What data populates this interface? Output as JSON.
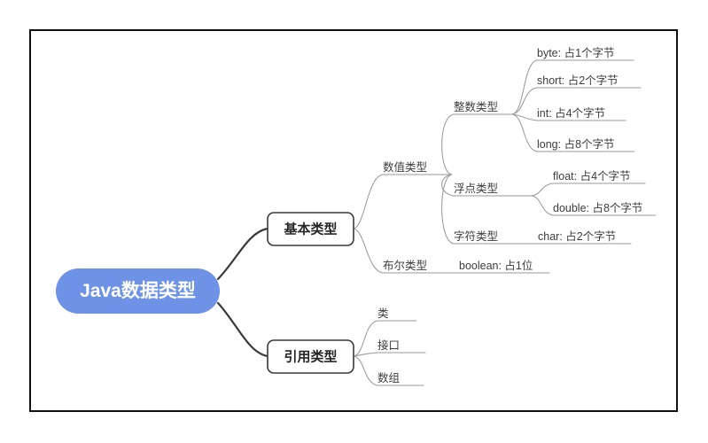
{
  "diagram": {
    "title": "Java数据类型",
    "colors": {
      "root_fill": "#6d92e6",
      "root_text": "#ffffff",
      "node_stroke": "#3a3a3a",
      "connector_major": "#3a3a3a",
      "connector_minor": "#9a9a9a",
      "frame": "#111111",
      "background": "#ffffff"
    },
    "root": {
      "label": "Java数据类型"
    },
    "level2": [
      {
        "key": "primitive",
        "label": "基本类型"
      },
      {
        "key": "reference",
        "label": "引用类型"
      }
    ],
    "level3": [
      {
        "key": "numeric",
        "label": "数值类型"
      },
      {
        "key": "boolean_group",
        "label": "布尔类型"
      },
      {
        "key": "cls",
        "label": "类"
      },
      {
        "key": "interface",
        "label": "接口"
      },
      {
        "key": "array",
        "label": "数组"
      }
    ],
    "level4": [
      {
        "key": "integer",
        "label": "整数类型"
      },
      {
        "key": "float_group",
        "label": "浮点类型"
      },
      {
        "key": "char_group",
        "label": "字符类型"
      }
    ],
    "leaves": [
      {
        "key": "byte",
        "label": "byte: 占1个字节"
      },
      {
        "key": "short",
        "label": "short: 占2个字节"
      },
      {
        "key": "int",
        "label": "int: 占4个字节"
      },
      {
        "key": "long",
        "label": "long: 占8个字节"
      },
      {
        "key": "float",
        "label": "float: 占4个字节"
      },
      {
        "key": "double",
        "label": "double: 占8个字节"
      },
      {
        "key": "char",
        "label": "char: 占2个字节"
      },
      {
        "key": "boolean",
        "label": "boolean: 占1位"
      }
    ]
  }
}
